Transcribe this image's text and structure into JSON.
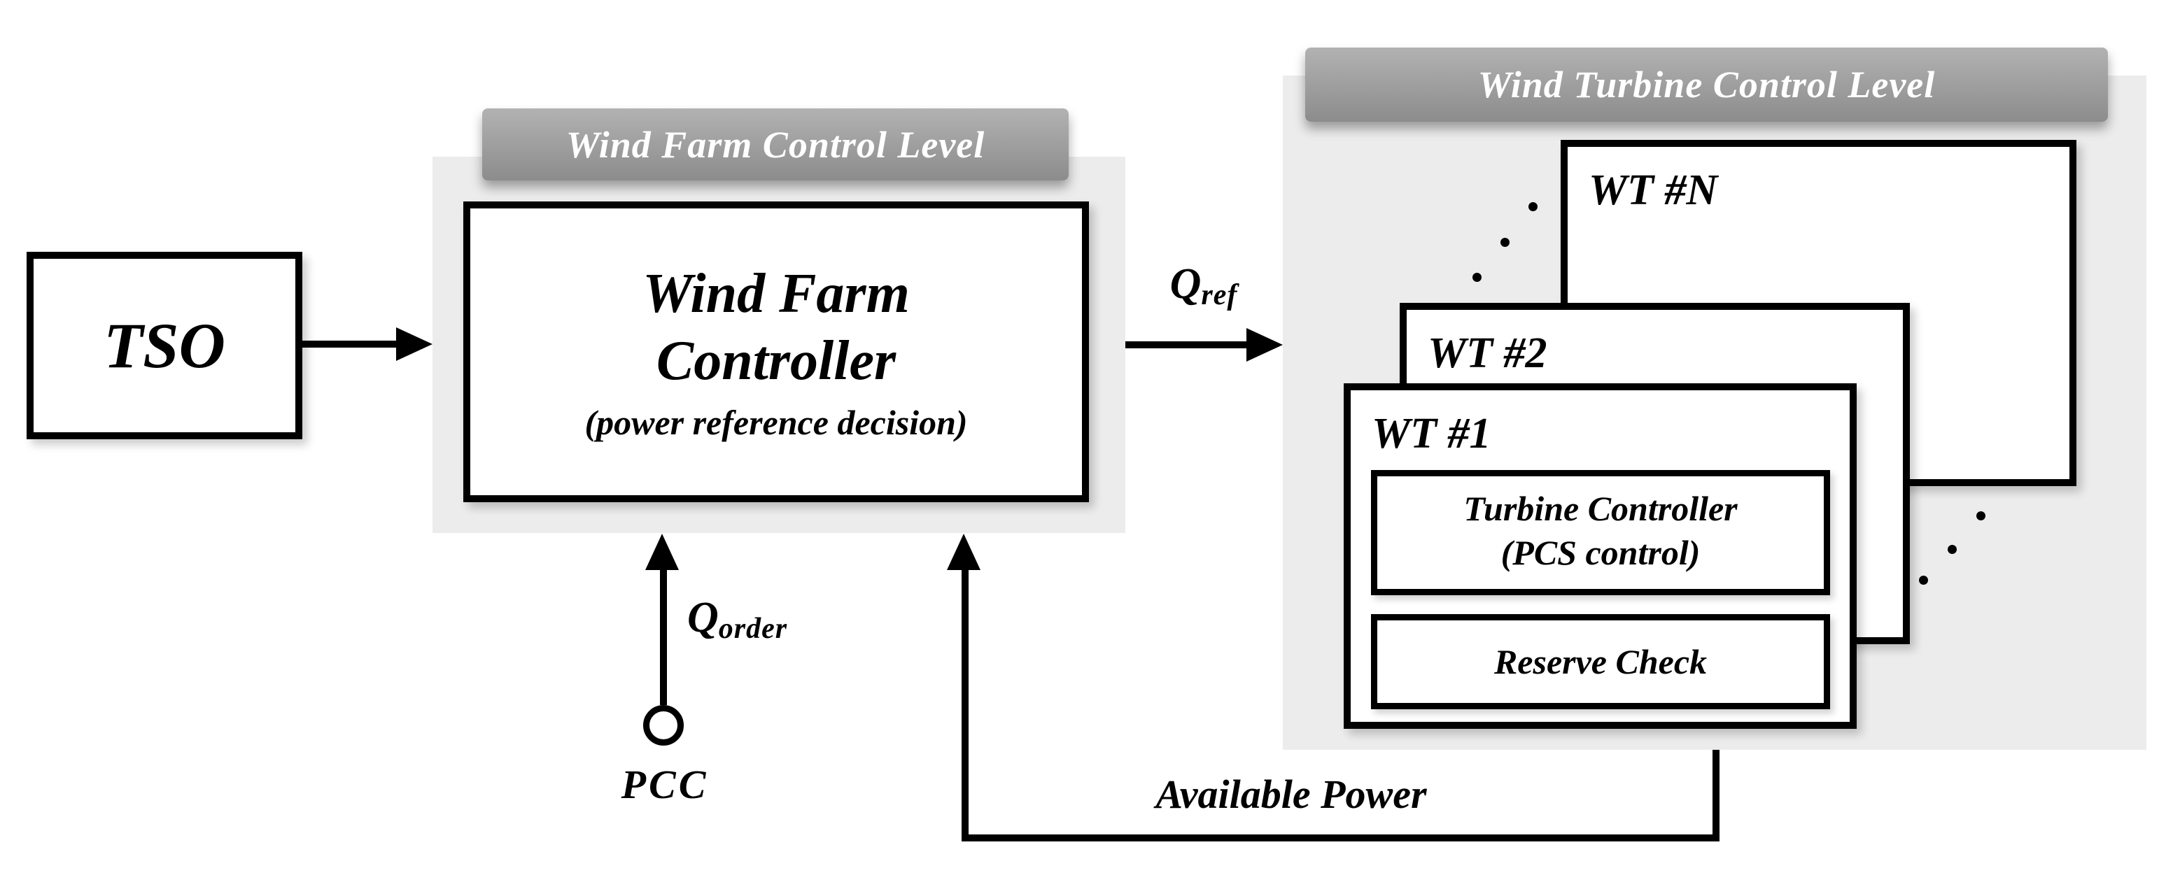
{
  "colors": {
    "panel_bg": "#ECECEC",
    "tab_gray_top": "#B2B2B2",
    "tab_gray_bottom": "#8C8C8C",
    "line_black": "#000000",
    "text_white": "#FFFFFF",
    "box_white": "#FFFFFF"
  },
  "tso": {
    "label": "TSO"
  },
  "wind_farm_level": {
    "tab_label": "Wind Farm Control Level",
    "title_line1": "Wind Farm",
    "title_line2": "Controller",
    "subtitle": "(power reference decision)"
  },
  "signals": {
    "q_ref_base": "Q",
    "q_ref_sub": "ref",
    "q_order_base": "Q",
    "q_order_sub": "order",
    "pcc_label": "PCC",
    "available_power_label": "Available Power"
  },
  "wind_turbine_level": {
    "tab_label": "Wind Turbine Control Level",
    "turbines": [
      "WT #N",
      "WT #2",
      "WT #1"
    ],
    "turbine_controller_line1": "Turbine Controller",
    "turbine_controller_line2": "(PCS control)",
    "reserve_check_label": "Reserve Check"
  }
}
